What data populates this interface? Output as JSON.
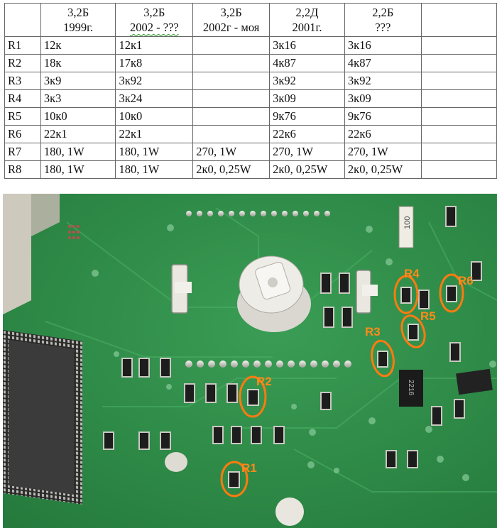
{
  "table": {
    "header": [
      {
        "line1": "",
        "line2": ""
      },
      {
        "line1": "3,2Б",
        "line2": "1999г."
      },
      {
        "line1": "3,2Б",
        "line2": "2002 - ???"
      },
      {
        "line1": "3,2Б",
        "line2": "2002г - моя"
      },
      {
        "line1": "2,2Д",
        "line2": "2001г."
      },
      {
        "line1": "2,2Б",
        "line2": "???"
      },
      {
        "line1": "",
        "line2": ""
      }
    ],
    "rows": [
      [
        "R1",
        "12к",
        "12к1",
        "",
        "3к16",
        "3к16",
        ""
      ],
      [
        "R2",
        "18к",
        "17к8",
        "",
        "4к87",
        "4к87",
        ""
      ],
      [
        "R3",
        "3к9",
        "3к92",
        "",
        "3к92",
        "3к92",
        ""
      ],
      [
        "R4",
        "3к3",
        "3к24",
        "",
        "3к09",
        "3к09",
        ""
      ],
      [
        "R5",
        "10к0",
        "10к0",
        "",
        "9к76",
        "9к76",
        ""
      ],
      [
        "R6",
        "22к1",
        "22к1",
        "",
        "22к6",
        "22к6",
        ""
      ],
      [
        "R7",
        "180, 1W",
        "180, 1W",
        "270, 1W",
        "270, 1W",
        "270, 1W",
        ""
      ],
      [
        "R8",
        "180, 1W",
        "180, 1W",
        "2к0, 0,25W",
        "2к0, 0,25W",
        "2к0, 0,25W",
        ""
      ]
    ]
  },
  "photo": {
    "labels": [
      "R1",
      "R2",
      "R3",
      "R4",
      "R5",
      "R6"
    ],
    "chip_texts": [
      "100",
      "2216"
    ],
    "colors": {
      "board": "#2f8f4a",
      "marker": "#ff7a10"
    }
  }
}
